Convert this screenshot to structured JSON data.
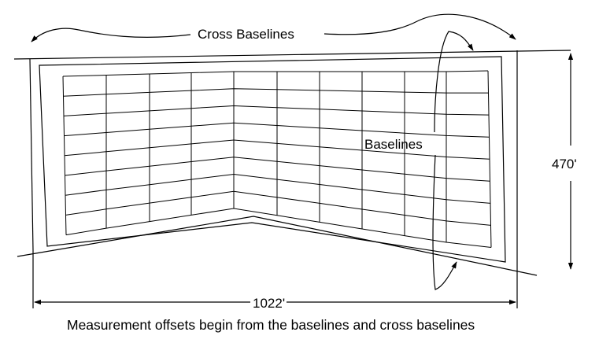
{
  "diagram": {
    "cross_baselines_label": "Cross Baselines",
    "baselines_label": "Baselines",
    "height_dimension": "470'",
    "width_dimension": "1022'",
    "caption": "Measurement offsets begin from the baselines and cross baselines",
    "grid": {
      "columns": 10,
      "rows": 8
    },
    "line_color": "#000000",
    "background_color": "#ffffff"
  }
}
